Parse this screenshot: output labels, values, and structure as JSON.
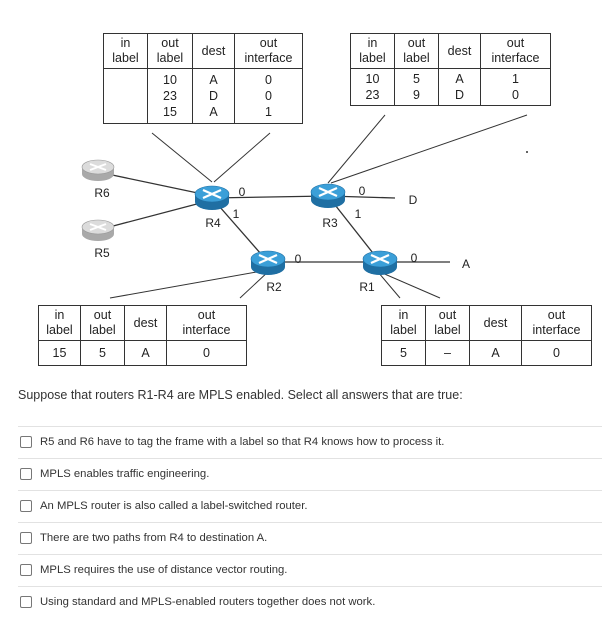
{
  "tables": {
    "headers": [
      "in\nlabel",
      "out\nlabel",
      "dest",
      "out\ninterface"
    ],
    "r4": {
      "in": "",
      "out": [
        "10",
        "23",
        "15"
      ],
      "dest": [
        "A",
        "D",
        "A"
      ],
      "iface": [
        "0",
        "0",
        "1"
      ]
    },
    "r3": {
      "in": [
        "10",
        "23"
      ],
      "out": [
        "5",
        "9"
      ],
      "dest": [
        "A",
        "D"
      ],
      "iface": [
        "1",
        "0"
      ]
    },
    "r2": {
      "in": "15",
      "out": "5",
      "dest": "A",
      "iface": "0"
    },
    "r1": {
      "in": "5",
      "out": "–",
      "dest": "A",
      "iface": "0"
    }
  },
  "diagram": {
    "routers": {
      "r6": "R6",
      "r5": "R5",
      "r4": "R4",
      "r3": "R3",
      "r2": "R2",
      "r1": "R1"
    },
    "ports": {
      "r4_0": "0",
      "r4_1": "1",
      "r3_0": "0",
      "r3_1": "1",
      "r2_0": "0",
      "r1_0": "0"
    },
    "dests": {
      "d": "D",
      "a": "A"
    },
    "colors": {
      "mpls_router": "#3b9fd8",
      "plain_router": "#c9c9c9"
    }
  },
  "question": "Suppose that routers R1-R4 are MPLS enabled.  Select all answers that are true:",
  "options": [
    "R5 and R6 have to tag the frame with a label so that R4 knows how to process it.",
    "MPLS enables traffic engineering.",
    "An MPLS router is also called a label-switched router.",
    "There are two paths from R4 to destination A.",
    "MPLS requires the use of distance vector routing.",
    "Using standard and MPLS-enabled routers together does not work."
  ]
}
